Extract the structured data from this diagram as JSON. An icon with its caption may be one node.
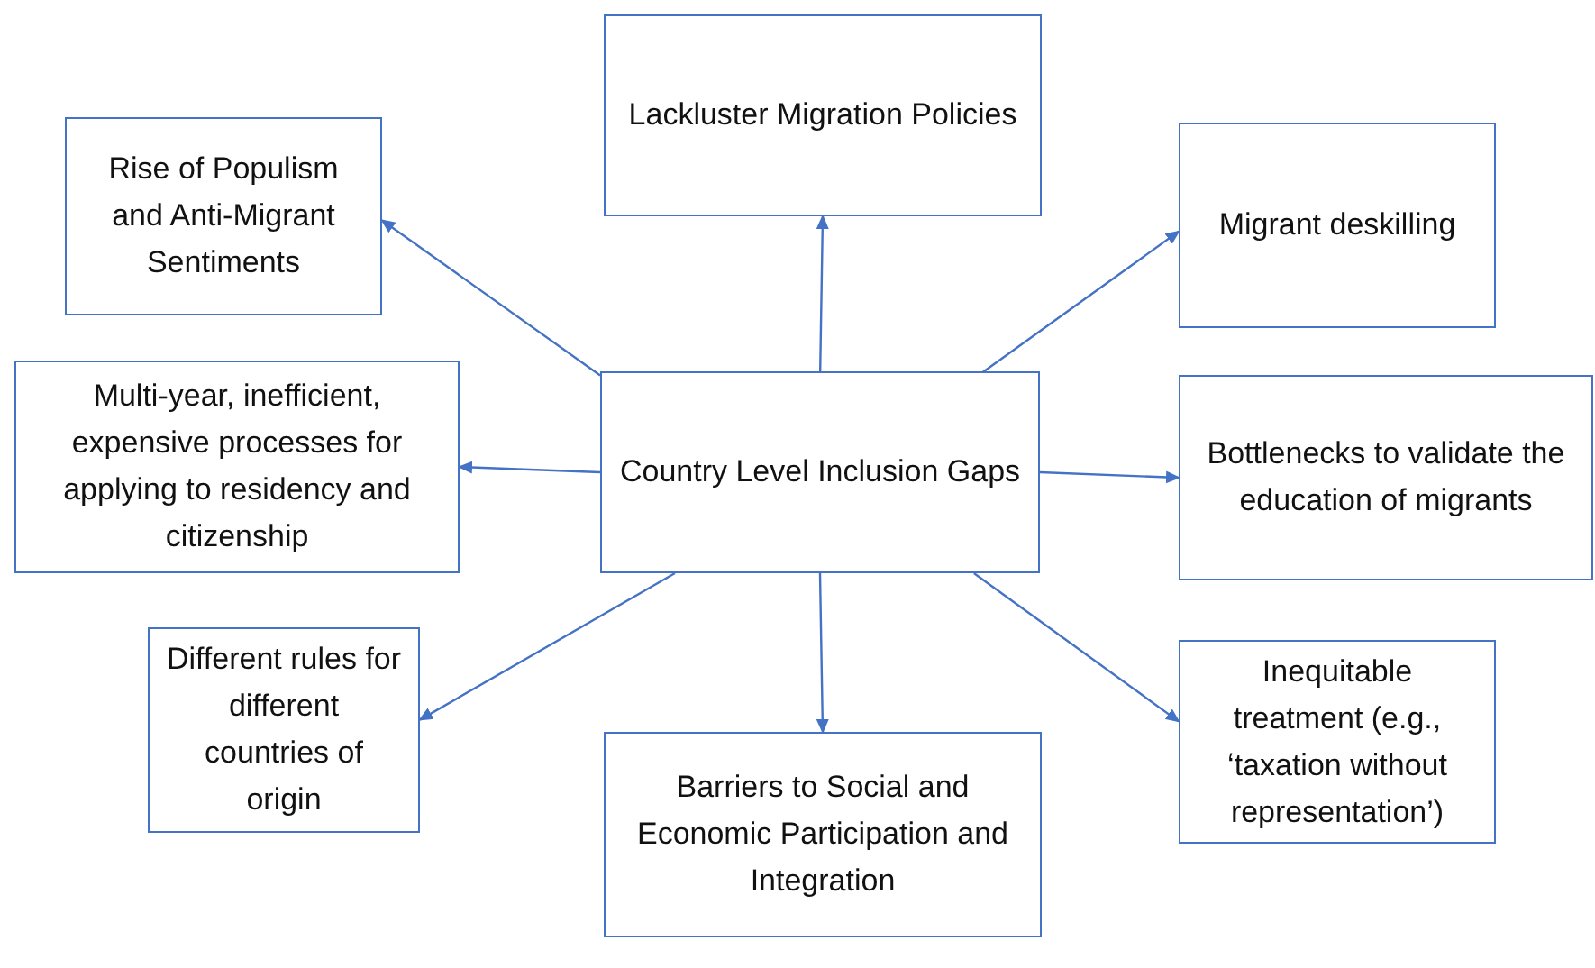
{
  "diagram": {
    "nodes": [
      {
        "text": [
          "Country Level Inclusion Gaps"
        ]
      },
      {
        "text": [
          "Lackluster Migration Policies"
        ]
      },
      {
        "text": [
          "Rise of Populism and Anti-Migrant Sentiments"
        ]
      },
      {
        "text": [
          "Migrant deskilling"
        ]
      },
      {
        "text": [
          "Multi-year, inefficient, expensive processes for applying to residency and citizenship"
        ]
      },
      {
        "text": [
          "Bottlenecks to validate the education of migrants"
        ]
      },
      {
        "text": [
          "Different rules for different countries of origin"
        ]
      },
      {
        "text": [
          "Barriers to Social and Economic Participation and Integration"
        ]
      },
      {
        "text": [
          "Inequitable treatment (e.g., ‘taxation without representation’)"
        ]
      }
    ],
    "edges": [
      {
        "from": 0,
        "to": 2,
        "arrow": "to"
      },
      {
        "from": 0,
        "to": 1,
        "arrow": "to"
      },
      {
        "from": 0,
        "to": 3,
        "arrow": "to"
      },
      {
        "from": 0,
        "to": 4,
        "arrow": "to"
      },
      {
        "from": 0,
        "to": 5,
        "arrow": "to"
      },
      {
        "from": 0,
        "to": 6,
        "arrow": "to"
      },
      {
        "from": 0,
        "to": 7,
        "arrow": "to"
      },
      {
        "from": 0,
        "to": 8,
        "arrow": "to"
      }
    ]
  }
}
